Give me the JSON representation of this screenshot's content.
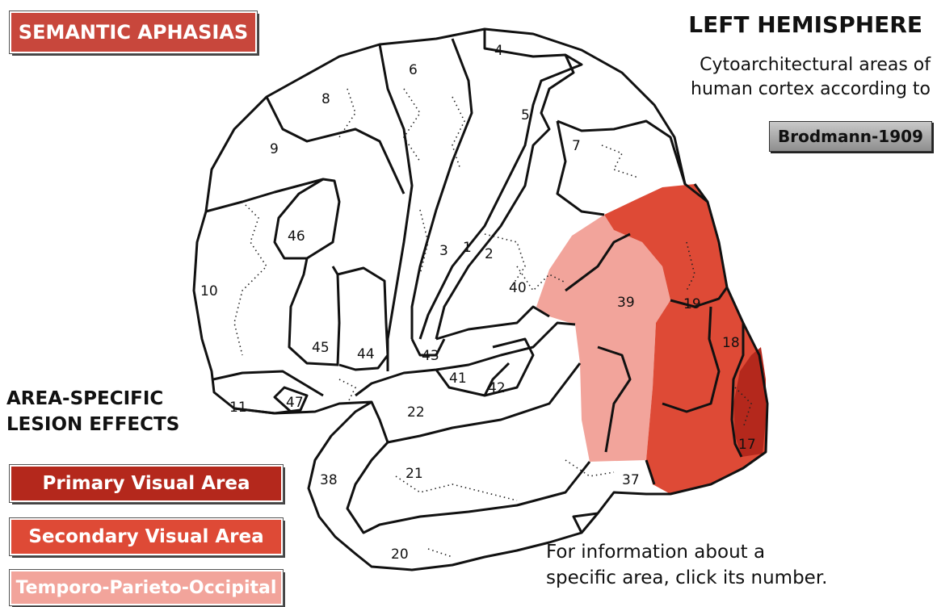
{
  "header": {
    "semantic_button": "SEMANTIC APHASIAS",
    "hemisphere_title": "LEFT HEMISPHERE",
    "subtitle_line1": "Cytoarchitectural areas of",
    "subtitle_line2": "human cortex according to",
    "brodmann_button": "Brodmann-1909"
  },
  "legend": {
    "heading_line1": "AREA-SPECIFIC",
    "heading_line2": "LESION EFFECTS",
    "items": [
      {
        "label": "Primary Visual Area",
        "color": "#b4281c"
      },
      {
        "label": "Secondary Visual Area",
        "color": "#de4a36"
      },
      {
        "label": "Temporo-Parieto-Occipital",
        "color": "#f2a49b"
      }
    ]
  },
  "info": {
    "line1": "For information about a",
    "line2": "specific area, click its number."
  },
  "areas": {
    "a1": "1",
    "a2": "2",
    "a3": "3",
    "a4": "4",
    "a5": "5",
    "a6": "6",
    "a7": "7",
    "a8": "8",
    "a9": "9",
    "a10": "10",
    "a11": "11",
    "a17": "17",
    "a18": "18",
    "a19": "19",
    "a20": "20",
    "a21": "21",
    "a22": "22",
    "a37": "37",
    "a38": "38",
    "a39": "39",
    "a40": "40",
    "a41": "41",
    "a42": "42",
    "a43": "43",
    "a44": "44",
    "a45": "45",
    "a46": "46",
    "a47": "47"
  },
  "colors": {
    "semantic_button": "#c8473c",
    "primary": "#b4281c",
    "secondary": "#de4a36",
    "tpo": "#f2a49b"
  }
}
